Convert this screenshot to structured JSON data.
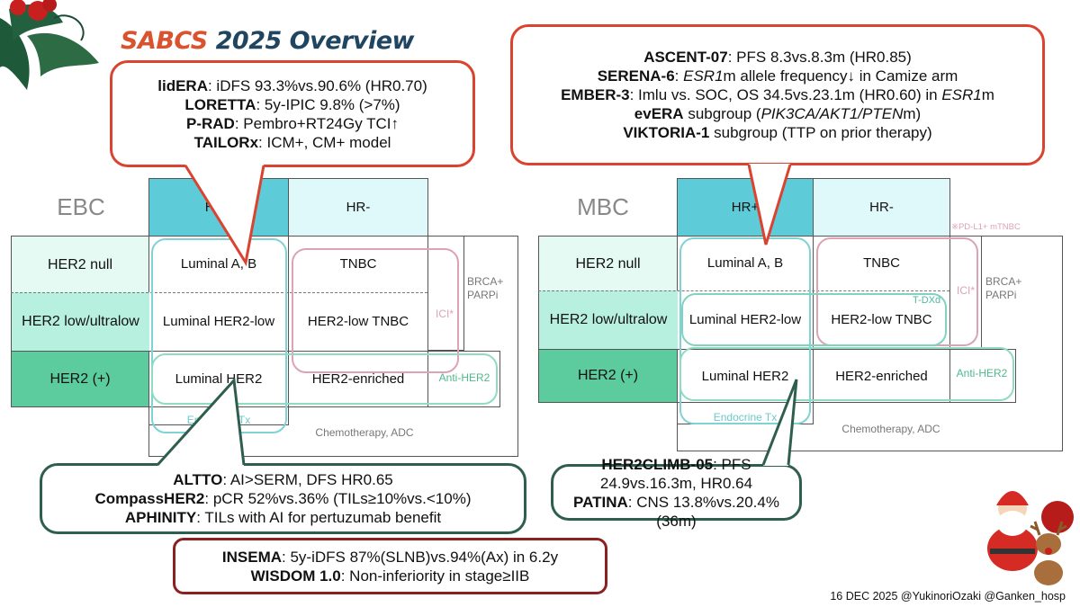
{
  "title": {
    "part1": "SABCS",
    "part2": "2025 Overview"
  },
  "colors": {
    "title_accent": "#d9532f",
    "title_main": "#1f4560",
    "hr_pos": "#5ecbd8",
    "hr_neg": "#dff8fa",
    "her2_null": "#e4faf3",
    "her2_low": "#b8f0df",
    "her2_pos": "#5ccb9e",
    "callout_red": "#d9432f",
    "callout_green": "#2e5e4e",
    "callout_darkred": "#8b2222"
  },
  "callouts": {
    "ebc_top": [
      [
        {
          "t": "lidERA",
          "b": true
        },
        {
          "t": ": iDFS 93.3%vs.90.6% (HR0.70)"
        }
      ],
      [
        {
          "t": "LORETTA",
          "b": true
        },
        {
          "t": ": 5y-IPIC 9.8% (>7%)"
        }
      ],
      [
        {
          "t": "P-RAD",
          "b": true
        },
        {
          "t": ": Pembro+RT24Gy TCI↑"
        }
      ],
      [
        {
          "t": "TAILORx",
          "b": true
        },
        {
          "t": ": ICM+, CM+ model"
        }
      ]
    ],
    "mbc_top": [
      [
        {
          "t": "ASCENT-07",
          "b": true
        },
        {
          "t": ": PFS 8.3vs.8.3m (HR0.85)"
        }
      ],
      [
        {
          "t": "SERENA-6",
          "b": true
        },
        {
          "t": ": "
        },
        {
          "t": "ESR1",
          "i": true
        },
        {
          "t": "m allele frequency↓ in Camize arm"
        }
      ],
      [
        {
          "t": "EMBER-3",
          "b": true
        },
        {
          "t": ": Imlu vs. SOC, OS 34.5vs.23.1m (HR0.60) in "
        },
        {
          "t": "ESR1",
          "i": true
        },
        {
          "t": "m"
        }
      ],
      [
        {
          "t": "evERA",
          "b": true
        },
        {
          "t": " subgroup ("
        },
        {
          "t": "PIK3CA/AKT1/PTEN",
          "i": true
        },
        {
          "t": "m)"
        }
      ],
      [
        {
          "t": "VIKTORIA-1",
          "b": true
        },
        {
          "t": " subgroup (TTP on prior therapy)"
        }
      ]
    ],
    "ebc_bottom": [
      [
        {
          "t": "ALTTO",
          "b": true
        },
        {
          "t": ": AI>SERM, DFS HR0.65"
        }
      ],
      [
        {
          "t": "CompassHER2",
          "b": true
        },
        {
          "t": ": pCR 52%vs.36% (TILs≥10%vs.<10%)"
        }
      ],
      [
        {
          "t": "APHINITY",
          "b": true
        },
        {
          "t": ": TILs with AI for pertuzumab benefit"
        }
      ]
    ],
    "mbc_bottom": [
      [
        {
          "t": "HER2CLIMB-05",
          "b": true
        },
        {
          "t": ": PFS 24.9vs.16.3m, HR0.64"
        }
      ],
      [
        {
          "t": "PATINA",
          "b": true
        },
        {
          "t": ": CNS 13.8%vs.20.4% (36m)"
        }
      ]
    ],
    "surgery": [
      [
        {
          "t": "INSEMA",
          "b": true
        },
        {
          "t": ": 5y-iDFS 87%(SLNB)vs.94%(Ax) in 6.2y"
        }
      ],
      [
        {
          "t": "WISDOM 1.0",
          "b": true
        },
        {
          "t": ": Non-inferiority in stage≥IIB"
        }
      ]
    ]
  },
  "ebc": {
    "label": "EBC",
    "columns": [
      "HR+",
      "HR-"
    ],
    "rows": [
      "HER2 null",
      "HER2 low/ultralow",
      "HER2 (+)"
    ],
    "cells": [
      [
        "Luminal A, B",
        "TNBC"
      ],
      [
        "Luminal HER2-low",
        "HER2-low TNBC"
      ],
      [
        "Luminal HER2",
        "HER2-enriched"
      ]
    ],
    "endocrine": "Endocrine Tx",
    "chemo": "Chemotherapy, ADC",
    "ici": "ICI*",
    "brca": "BRCA+\nPARPi",
    "anti_her2": "Anti-HER2"
  },
  "mbc": {
    "label": "MBC",
    "columns": [
      "HR+",
      "HR-"
    ],
    "rows": [
      "HER2 null",
      "HER2 low/ultralow",
      "HER2 (+)"
    ],
    "cells": [
      [
        "Luminal A, B",
        "TNBC"
      ],
      [
        "Luminal HER2-low",
        "HER2-low TNBC"
      ],
      [
        "Luminal HER2",
        "HER2-enriched"
      ]
    ],
    "endocrine": "Endocrine Tx",
    "chemo": "Chemotherapy, ADC",
    "ici": "ICI*",
    "ici_note": "※PD-L1+ mTNBC",
    "tdxd": "T-DXd",
    "brca": "BRCA+\nPARPi",
    "anti_her2": "Anti-HER2"
  },
  "footer": "16 DEC 2025 @YukinoriOzaki @Ganken_hosp",
  "decorations": [
    "holly-icon",
    "santa-icon",
    "reindeer-icon"
  ]
}
